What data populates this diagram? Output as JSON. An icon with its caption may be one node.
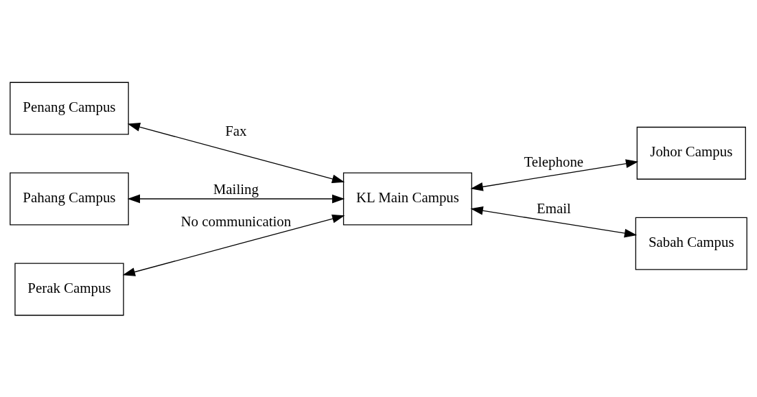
{
  "diagram": {
    "nodes": [
      {
        "text": [
          "Penang Campus"
        ]
      },
      {
        "text": [
          "Pahang Campus"
        ]
      },
      {
        "text": [
          "Perak Campus"
        ]
      },
      {
        "text": [
          "KL Main Campus"
        ]
      },
      {
        "text": [
          "Johor Campus"
        ]
      },
      {
        "text": [
          "Sabah Campus"
        ]
      }
    ],
    "edges": [
      {
        "from": 0,
        "to": 3,
        "arrow": "both",
        "label": "Fax"
      },
      {
        "from": 1,
        "to": 3,
        "arrow": "both",
        "label": "Mailing"
      },
      {
        "from": 2,
        "to": 3,
        "arrow": "both",
        "label": "No communication"
      },
      {
        "from": 4,
        "to": 3,
        "arrow": "both",
        "label": "Telephone"
      },
      {
        "from": 3,
        "to": 5,
        "arrow": "both",
        "label": "Email"
      }
    ]
  }
}
